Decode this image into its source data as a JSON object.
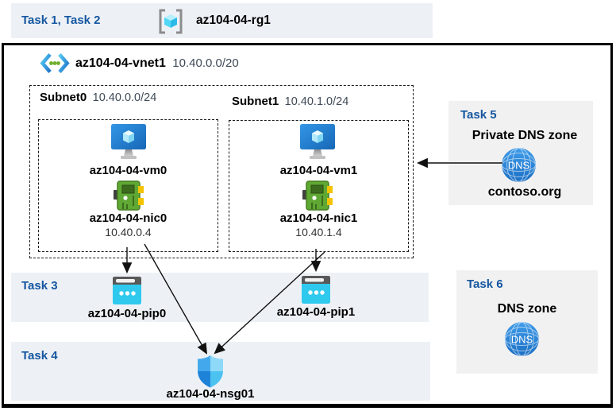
{
  "colors": {
    "accent_blue": "#1656a0",
    "row_bg": "#edf1f6",
    "box_bg": "#f1f1f1",
    "arrow": "#111111"
  },
  "header": {
    "tasks_label": "Task 1, Task 2",
    "resource_group": "az104-04-rg1"
  },
  "vnet": {
    "name": "az104-04-vnet1",
    "cidr": "10.40.0.0/20"
  },
  "subnets": [
    {
      "name": "Subnet0",
      "cidr": "10.40.0.0/24",
      "vm": "az104-04-vm0",
      "nic": "az104-04-nic0",
      "ip": "10.40.0.4"
    },
    {
      "name": "Subnet1",
      "cidr": "10.40.1.0/24",
      "vm": "az104-04-vm1",
      "nic": "az104-04-nic1",
      "ip": "10.40.1.4"
    }
  ],
  "task3": {
    "label": "Task 3",
    "pip0": "az104-04-pip0",
    "pip1": "az104-04-pip1"
  },
  "task4": {
    "label": "Task 4",
    "nsg": "az104-04-nsg01"
  },
  "task5": {
    "label": "Task 5",
    "title": "Private DNS zone",
    "zone": "contoso.org",
    "dns_icon_text": "DNS"
  },
  "task6": {
    "label": "Task 6",
    "title": "DNS zone",
    "dns_icon_text": "DNS"
  }
}
